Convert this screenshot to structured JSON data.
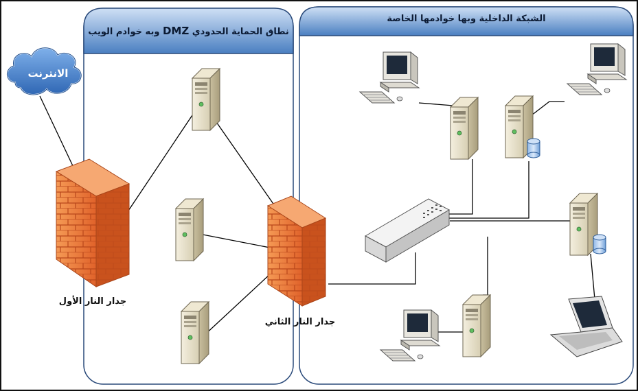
{
  "labels": {
    "internet": "الانترنت",
    "first_firewall": "جدار النار الأول",
    "second_firewall": "جدار النار الثاني",
    "dmz_title_before": "نطاق الحماية الحدودي ",
    "dmz_title_bold": "DMZ",
    "dmz_title_after": " وبه خوادم الويب",
    "internal_title": "الشبكة الداخلية وبها خوادمها الخاصة"
  },
  "colors": {
    "zone_header": "#4a7fc1",
    "zone_header_light": "#cfe0f5",
    "firewall": "#f07a32",
    "cloud": "#3d78c7",
    "server": "#e9e1c9",
    "line": "#000000"
  }
}
